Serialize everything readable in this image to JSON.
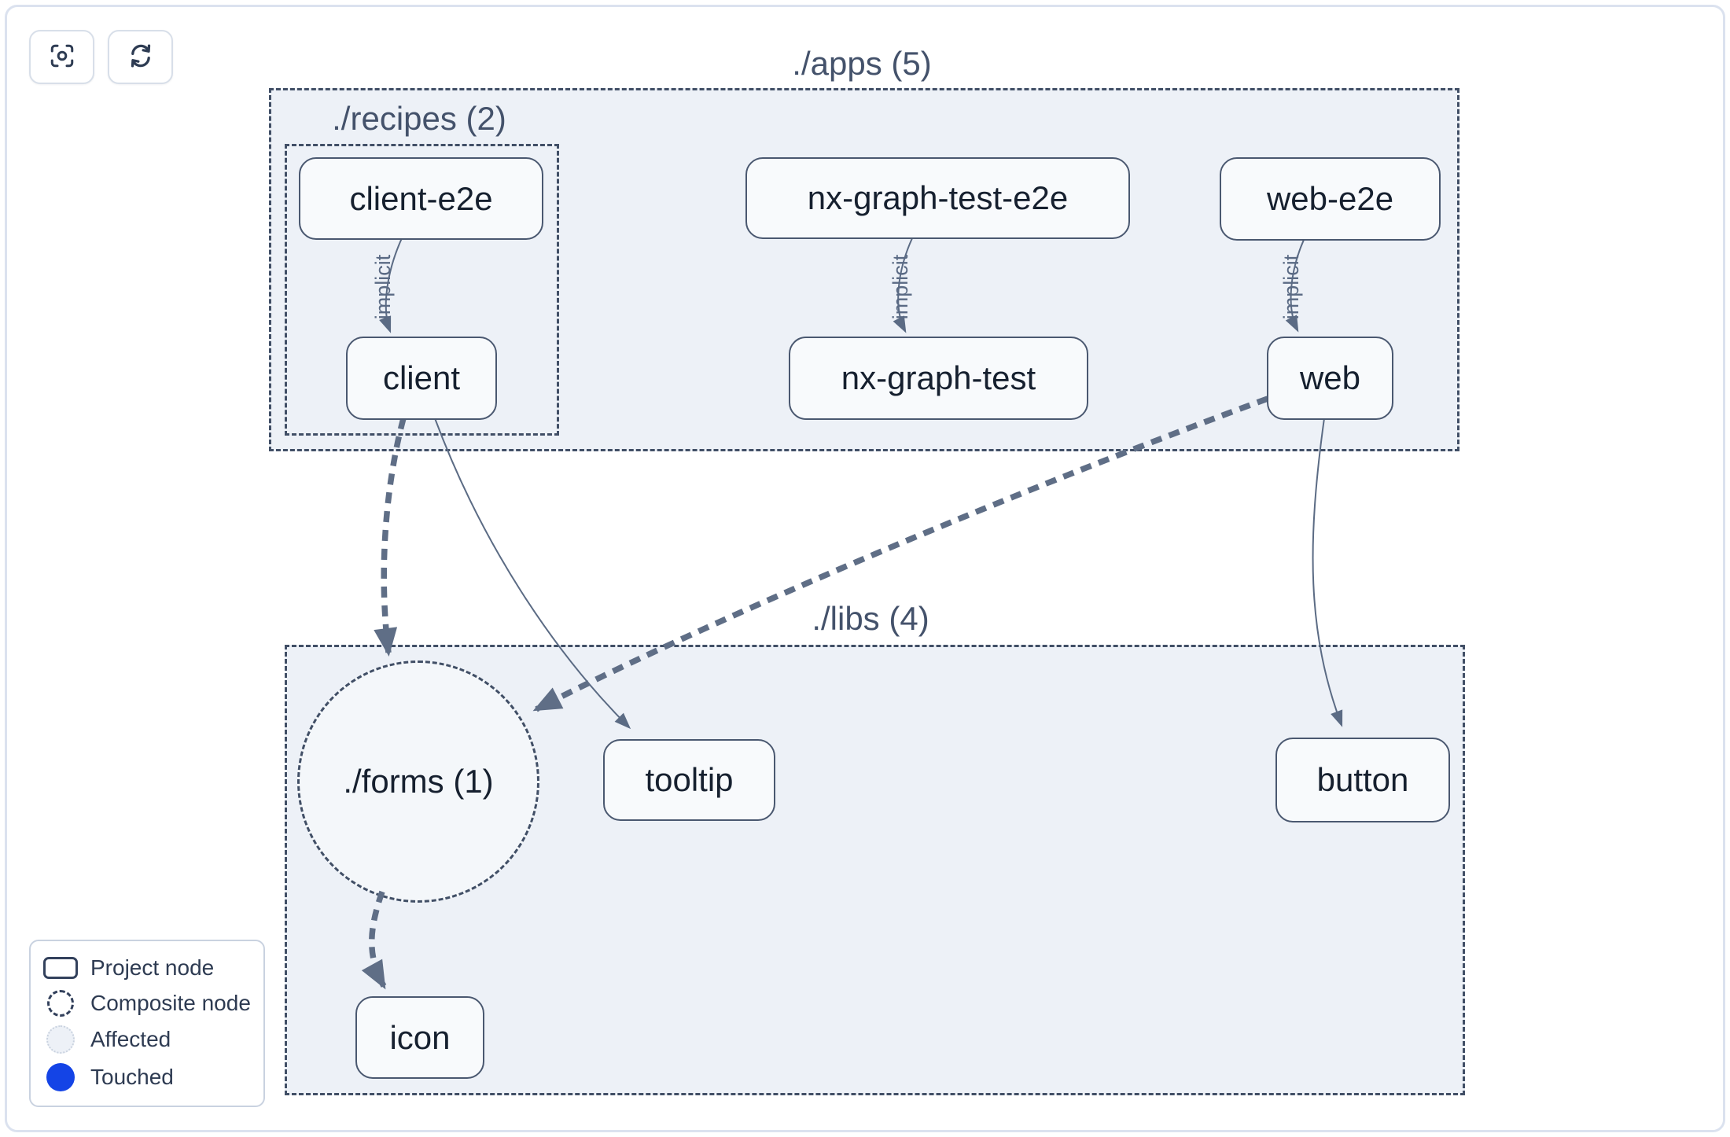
{
  "toolbar": {
    "buttons": [
      {
        "name": "center-graph",
        "icon": "focus-icon"
      },
      {
        "name": "refresh-graph",
        "icon": "refresh-icon"
      }
    ]
  },
  "graph": {
    "groups": [
      {
        "id": "apps",
        "label": "./apps (5)"
      },
      {
        "id": "recipes",
        "label": "./recipes (2)"
      },
      {
        "id": "libs",
        "label": "./libs (4)"
      }
    ],
    "composite": {
      "label": "./forms (1)"
    },
    "nodes": [
      {
        "label": "client-e2e"
      },
      {
        "label": "nx-graph-test-e2e"
      },
      {
        "label": "web-e2e"
      },
      {
        "label": "client"
      },
      {
        "label": "nx-graph-test"
      },
      {
        "label": "web"
      },
      {
        "label": "tooltip"
      },
      {
        "label": "button"
      },
      {
        "label": "icon"
      }
    ],
    "edges": [
      {
        "from": "client-e2e",
        "to": "client",
        "style": "implicit",
        "label": "implicit"
      },
      {
        "from": "nx-graph-test-e2e",
        "to": "nx-graph-test",
        "style": "implicit",
        "label": "implicit"
      },
      {
        "from": "web-e2e",
        "to": "web",
        "style": "implicit",
        "label": "implicit"
      },
      {
        "from": "client",
        "to": "./forms (1)",
        "style": "bold-dashed"
      },
      {
        "from": "client",
        "to": "tooltip",
        "style": "solid"
      },
      {
        "from": "web",
        "to": "./forms (1)",
        "style": "bold-dashed"
      },
      {
        "from": "web",
        "to": "button",
        "style": "solid"
      },
      {
        "from": "./forms (1)",
        "to": "icon",
        "style": "bold-dashed"
      }
    ]
  },
  "legend": {
    "items": [
      {
        "icon": "project-node-icon",
        "label": "Project node"
      },
      {
        "icon": "composite-node-icon",
        "label": "Composite node"
      },
      {
        "icon": "affected-icon",
        "label": "Affected"
      },
      {
        "icon": "touched-icon",
        "label": "Touched"
      }
    ]
  },
  "colors": {
    "container_fill": "#edf1f7",
    "container_border": "#414f66",
    "node_fill": "#f8fafc",
    "node_border": "#4a5870",
    "edge": "#5b6b84",
    "touched": "#1444e6",
    "affected_fill": "#edf1f7"
  }
}
